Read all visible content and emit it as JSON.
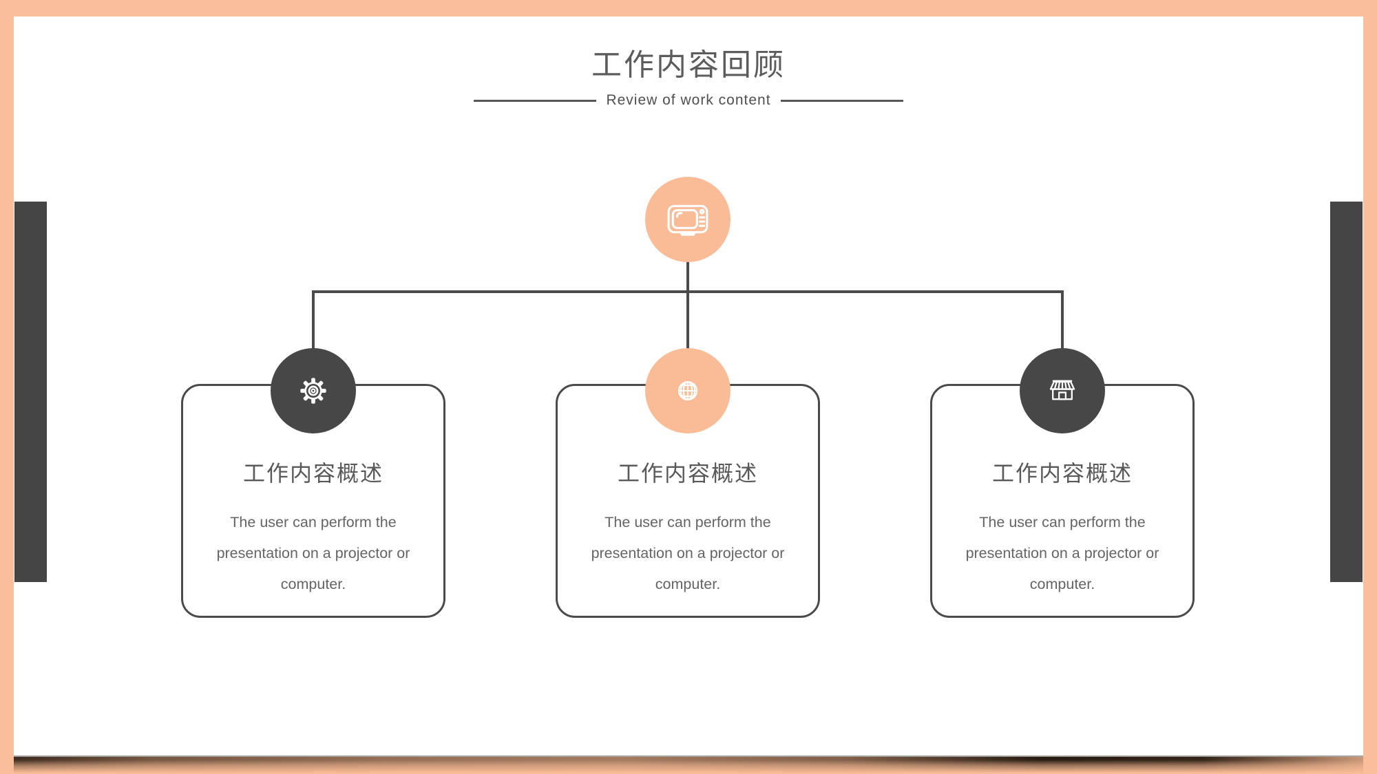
{
  "slide": {
    "title": "工作内容回顾",
    "subtitle": "Review of work content",
    "root": {
      "icon": "tv-icon",
      "circle_color": "#F9BC97"
    },
    "branches": [
      {
        "icon": "gear-icon",
        "circle_color": "#474747",
        "card": {
          "title": "工作内容概述",
          "body": "The user can perform the presentation on a projector or computer."
        }
      },
      {
        "icon": "globe-icon",
        "circle_color": "#F9BC97",
        "card": {
          "title": "工作内容概述",
          "body": "The user can perform the presentation on a projector or computer."
        }
      },
      {
        "icon": "store-icon",
        "circle_color": "#474747",
        "card": {
          "title": "工作内容概述",
          "body": "The user can perform the presentation on a projector or computer."
        }
      }
    ],
    "colors": {
      "frame": "#FBBE9A",
      "accent_peach": "#F9BC97",
      "accent_dark": "#474747",
      "connector": "#4A4A4A",
      "card_border": "#4A4A4A",
      "title_text": "#5C5C5C",
      "body_text": "#646464"
    }
  }
}
